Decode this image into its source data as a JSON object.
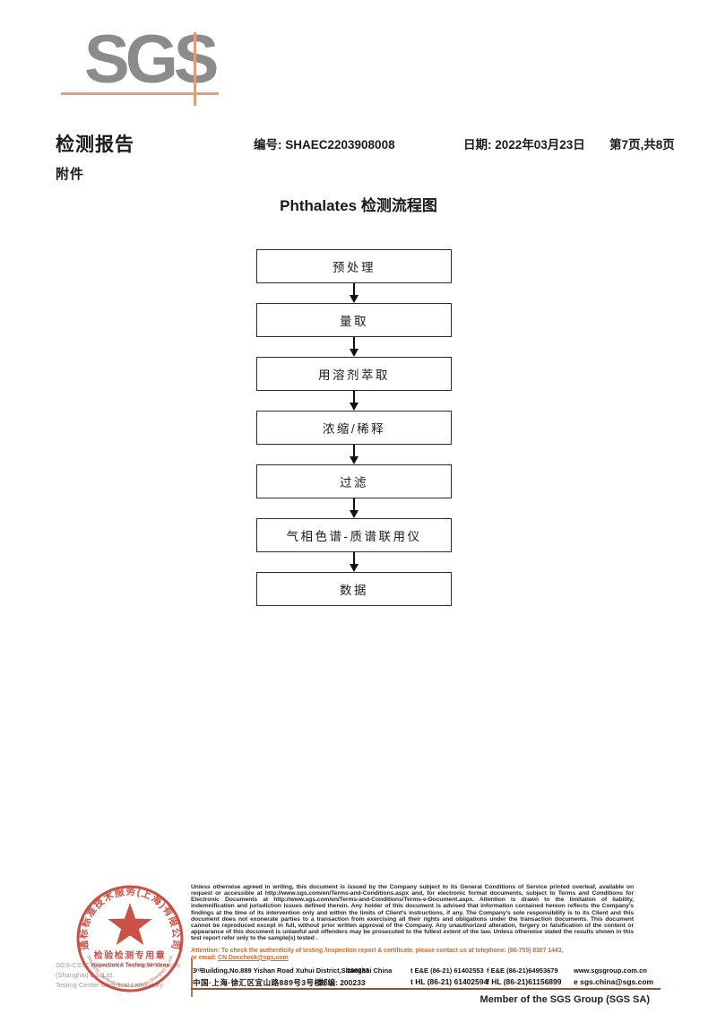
{
  "header": {
    "logo_text": "SGS",
    "report_title": "检测报告",
    "report_no_line": "编号: SHAEC2203908008",
    "date_line": "日期: 2022年03月23日",
    "page_info": "第7页,共8页",
    "attachment_label": "附件",
    "flow_title": "Phthalates 检测流程图"
  },
  "flowchart": {
    "steps": [
      "预处理",
      "量取",
      "用溶剂萃取",
      "浓缩/稀释",
      "过滤",
      "气相色谱-质谱联用仪",
      "数据"
    ]
  },
  "footer": {
    "disclaimer": "Unless otherwise agreed in writing, this document is issued by the Company subject to its General Conditions of Service printed overleaf, available on request or accessible at http://www.sgs.com/en/Terms-and-Conditions.aspx and, for electronic format documents, subject to Terms and Conditions for Electronic Documents at http://www.sgs.com/en/Terms-and-Conditions/Terms-e-Document.aspx. Attention is drawn to the limitation of liability, indemnification and jurisdiction issues defined therein. Any holder of this document is advised that information contained hereon reflects the Company's findings at the time of its intervention only and within the limits of Client's instructions, if any. The Company's sole responsibility is to its Client and this document does not exonerate parties to a transaction from exercising all their rights and obligations under the transaction documents. This document cannot be reproduced except in full, without prior written approval of the Company. Any unauthorized alteration, forgery or falsification of the content or appearance of this document is unlawful and offenders may be prosecuted to the fullest extent of the law. Unless otherwise stated the results shown in this test report refer only to the sample(s) tested .",
    "attention_line1": "Attention: To check the authenticity of testing /inspection report & certificate, please contact us at telephone: (86-755) 8307 1443,",
    "attention_email_label": "or email: ",
    "attention_email": "CN.Doccheck@sgs.com",
    "company_en": "SGS-CSTC Standards Technical Services (Shanghai) Co.,Ltd.",
    "company_lab": "Testing Center-Chemical Laboratory",
    "address_en": "3ʳᵈBuilding,No.889 Yishan Road Xuhui District,Shanghai China",
    "postcode_en": "200233",
    "tel_en": "t E&E (86-21) 61402553",
    "fax_en": "f E&E (86-21)64953679",
    "website": "www.sgsgroup.com.cn",
    "address_cn": "中国·上海·徐汇区宜山路889号3号楼",
    "postcode_cn": "邮编: 200233",
    "tel_cn": "t HL (86-21) 61402594",
    "fax_cn": "f HL (86-21)61156899",
    "email": "e  sgs.china@sgs.com",
    "member_text": "Member of the SGS Group (SGS SA)",
    "stamp": {
      "arc_text": "通标标准技术服务(上海)有限公司",
      "seal_title": "检验检测专用章",
      "seal_subtitle": "Inspection & Testing Services",
      "bottom_arc": "SGS-CSTC Standards Technical Services (Shanghai) Co.,Ltd."
    }
  },
  "colors": {
    "accent_orange": "#dfa077",
    "logo_gray": "#8b8b8b",
    "attention_orange": "#c96f2f",
    "footer_line_brown": "#90572f",
    "stamp_red": "#c23a2d"
  }
}
